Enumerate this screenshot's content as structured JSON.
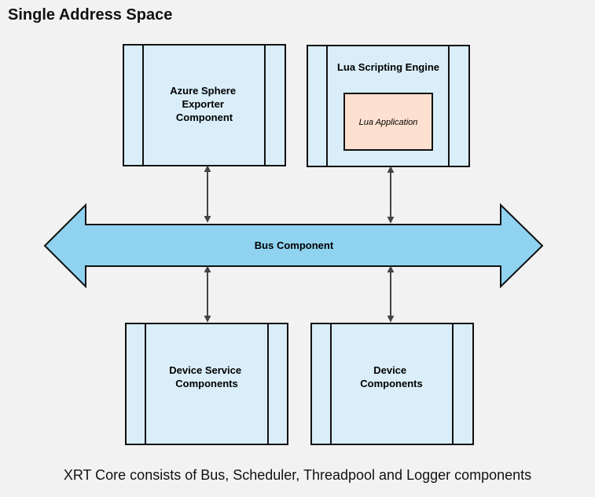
{
  "title": "Single Address Space",
  "components": {
    "azure_sphere": [
      "Azure Sphere",
      "Exporter",
      "Component"
    ],
    "lua_engine": [
      "Lua Scripting Engine"
    ],
    "lua_application": [
      "Lua Application"
    ],
    "bus": [
      "Bus Component"
    ],
    "device_service": [
      "Device Service",
      "Components"
    ],
    "device": [
      "Device",
      "Components"
    ]
  },
  "footer": "XRT Core consists of Bus, Scheduler, Threadpool and Logger  components",
  "colors": {
    "box_fill": "#d9eef9",
    "bus_fill": "#8fd3f1",
    "app_fill": "#fde0cf",
    "stroke": "#111111",
    "arrow": "#444444",
    "background": "#f2f2f2"
  }
}
